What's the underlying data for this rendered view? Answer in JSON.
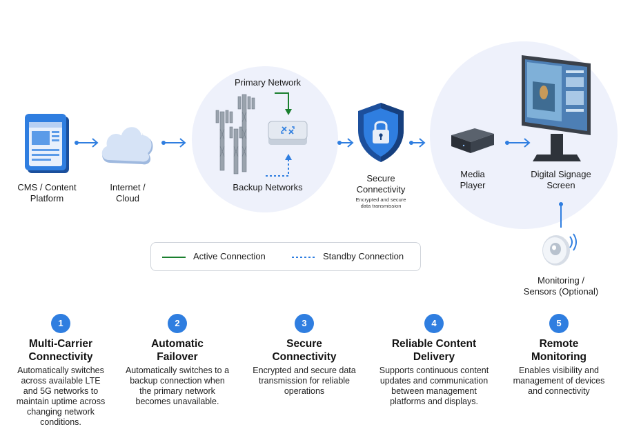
{
  "nodes": {
    "cms": "CMS / Content\nPlatform",
    "internet": "Internet /\nCloud",
    "primary_network": "Primary Network",
    "backup_networks": "Backup Networks",
    "secure": "Secure\nConnectivity",
    "secure_sub": "Encrypted and secure\ndata transmission",
    "media_player": "Media\nPlayer",
    "signage": "Digital Signage\nScreen",
    "monitoring": "Monitoring /\nSensors (Optional)"
  },
  "legend": {
    "active": "Active Connection",
    "standby": "Standby Connection",
    "active_color": "#1a7f2e",
    "standby_color": "#2f7ee0"
  },
  "steps": [
    {
      "num": "1",
      "title": "Multi-Carrier\nConnectivity",
      "desc": "Automatically switches\nacross available LTE\nand 5G networks to\nmaintain uptime across\nchanging network\nconditions."
    },
    {
      "num": "2",
      "title": "Automatic\nFailover",
      "desc": "Automatically switches to a\nbackup connection when\nthe primary network\nbecomes unavailable."
    },
    {
      "num": "3",
      "title": "Secure\nConnectivity",
      "desc": "Encrypted and secure data\ntransmission for reliable\noperations"
    },
    {
      "num": "4",
      "title": "Reliable Content\nDelivery",
      "desc": "Supports continuous content\nupdates and communication\nbetween management\nplatforms and displays."
    },
    {
      "num": "5",
      "title": "Remote\nMonitoring",
      "desc": "Enables visibility and\nmanagement of devices\nand connectivity"
    }
  ],
  "colors": {
    "accent": "#2f7ee0",
    "active_green": "#1a7f2e",
    "bg_circle": "#eef1fb",
    "shield": "#1c4f9c"
  }
}
